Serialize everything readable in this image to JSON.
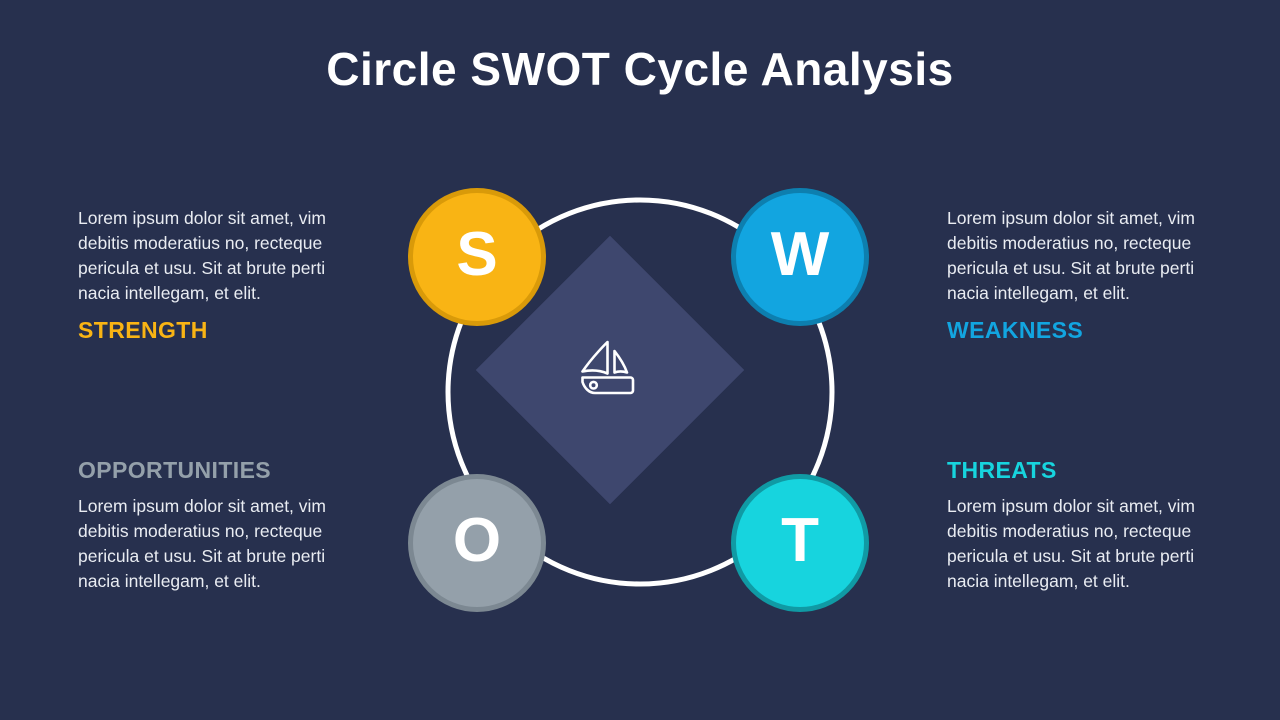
{
  "slide": {
    "title": "Circle SWOT Cycle Analysis",
    "background_color": "#27304e"
  },
  "center": {
    "icon_name": "sailboat-icon",
    "diamond_color": "#3e476e",
    "ring_color": "#ffffff"
  },
  "nodes": [
    {
      "letter": "S",
      "name": "strength",
      "fill": "#f9b414",
      "ring": "#d99a09"
    },
    {
      "letter": "W",
      "name": "weakness",
      "fill": "#12a5e0",
      "ring": "#0d7faf"
    },
    {
      "letter": "O",
      "name": "opportunities",
      "fill": "#94a0aa",
      "ring": "#7c8892"
    },
    {
      "letter": "T",
      "name": "threats",
      "fill": "#17d4de",
      "ring": "#109aa4"
    }
  ],
  "blocks": {
    "strength": {
      "heading": "STRENGTH",
      "heading_color": "#f9b414",
      "body": "Lorem ipsum dolor sit amet, vim debitis moderatius no, recteque pericula et usu. Sit at brute perti nacia intellegam, et elit."
    },
    "weakness": {
      "heading": "WEAKNESS",
      "heading_color": "#12a5e0",
      "body": "Lorem ipsum dolor sit amet, vim debitis moderatius no, recteque pericula et usu. Sit at brute perti nacia intellegam, et elit."
    },
    "opportunities": {
      "heading": "OPPORTUNITIES",
      "heading_color": "#94a0aa",
      "body": "Lorem ipsum dolor sit amet, vim debitis moderatius no, recteque pericula et usu. Sit at brute perti nacia intellegam, et elit."
    },
    "threats": {
      "heading": "THREATS",
      "heading_color": "#17d4de",
      "body": "Lorem ipsum dolor sit amet, vim debitis moderatius no, recteque pericula et usu. Sit at brute perti nacia intellegam, et elit."
    }
  }
}
